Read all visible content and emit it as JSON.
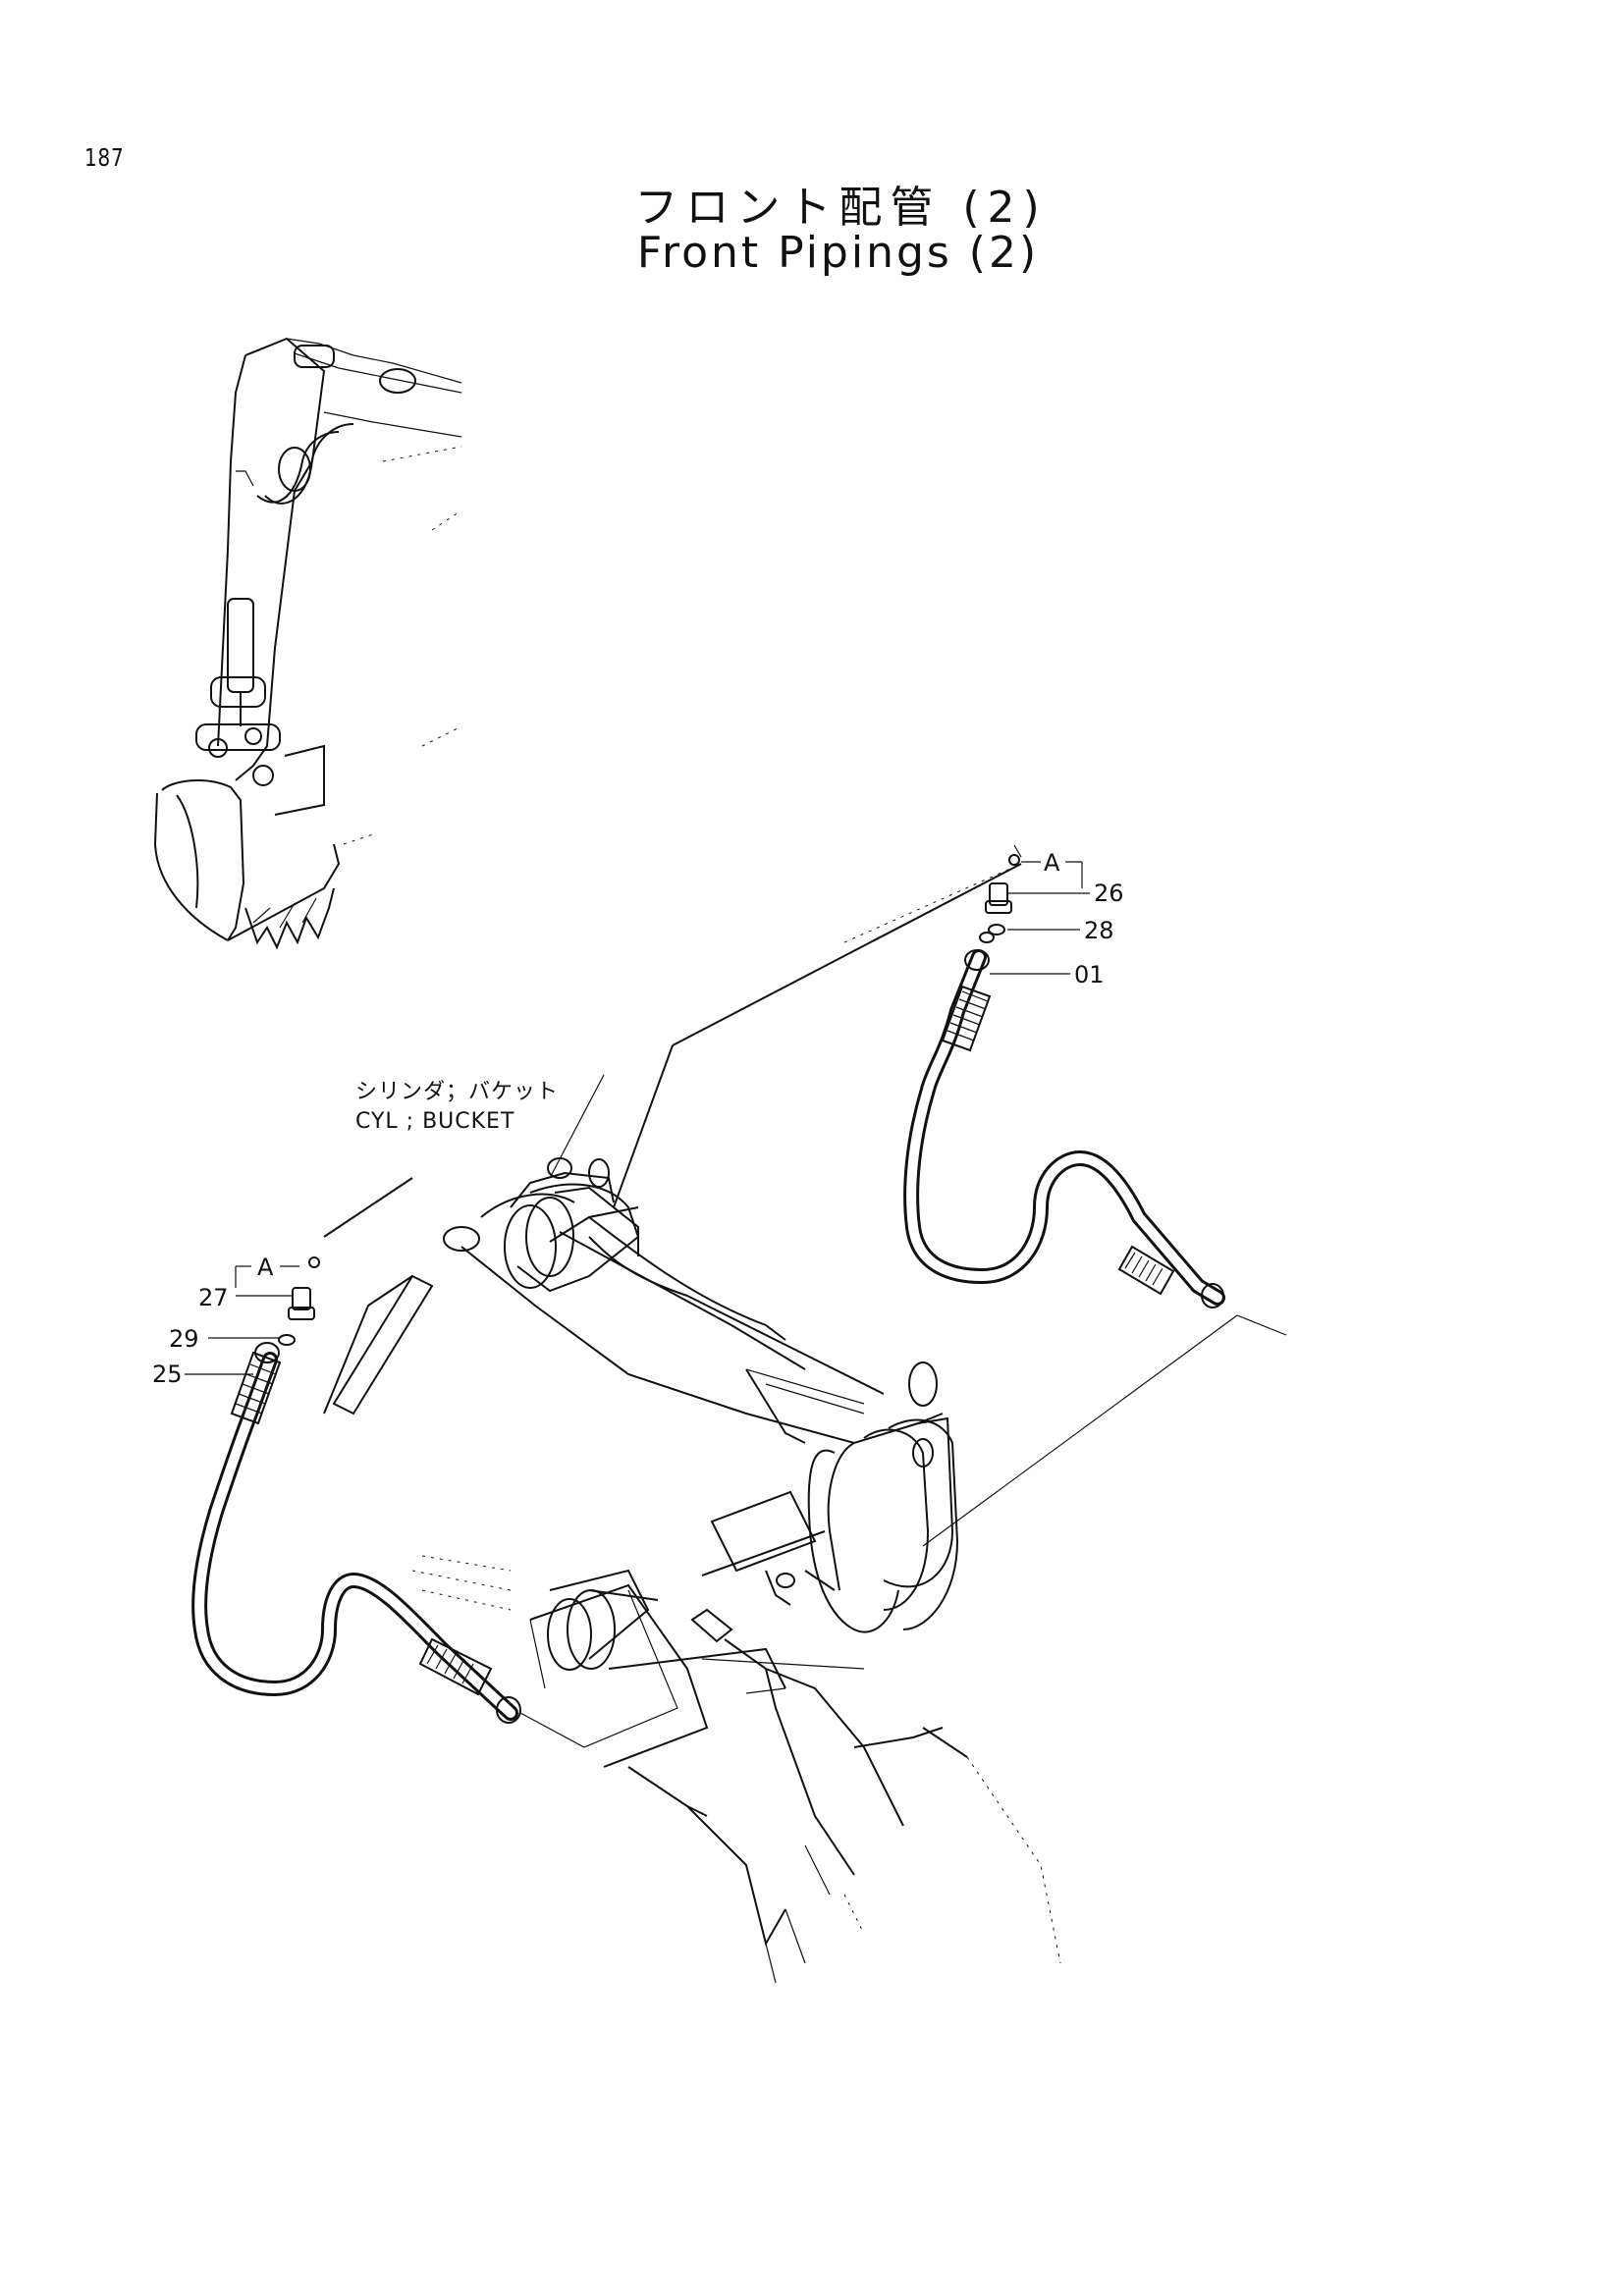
{
  "page_number": "187",
  "title_jp": "フロント配管 (2)",
  "title_en": "Front Pipings (2)",
  "caption": {
    "jp": "シリンダ；バケット",
    "en": "CYL ; BUCKET"
  },
  "view_mark": "A",
  "callouts": {
    "c26": "26",
    "c28": "28",
    "c01": "01",
    "c27": "27",
    "c29": "29",
    "c25": "25"
  }
}
